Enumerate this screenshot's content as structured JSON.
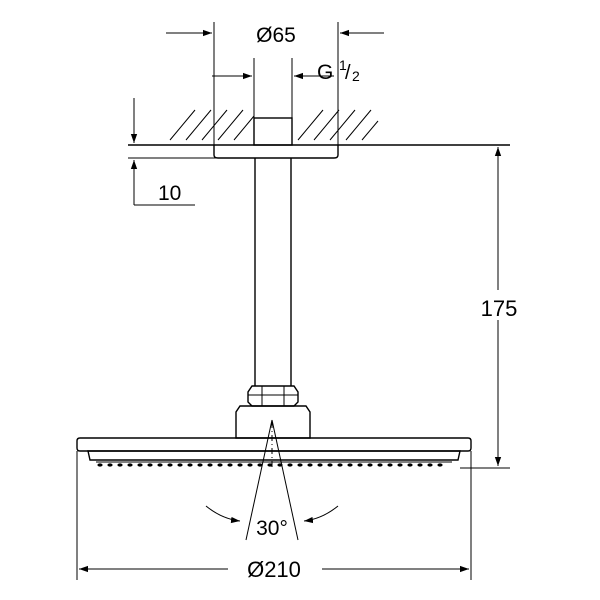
{
  "dimensions": {
    "flange_diameter": "Ø65",
    "thread_prefix": "G",
    "thread_numerator": "1",
    "thread_denominator": "2",
    "flange_height": "10",
    "total_height": "175",
    "spray_angle": "30°",
    "head_diameter": "Ø210"
  },
  "colors": {
    "line": "#000000",
    "background": "#ffffff"
  }
}
